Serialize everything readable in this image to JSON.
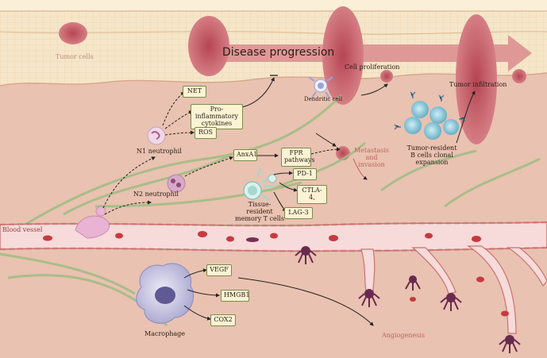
{
  "title": "Disease progression",
  "labels": {
    "tumor_cells": "Tumor cells",
    "blood_vessel": "Blood vessel",
    "dendritic_cell": "Dendritic cell",
    "cell_proliferation": "Cell proliferation",
    "tumor_infiltration": "Tumor infiltration",
    "n1_neutrophil": "N1 neutrophil",
    "n2_neutrophil": "N2 neutrophil",
    "tissue_resident_t": "Tissue-resident memory T cells",
    "tumor_resident_b": "Tumor-resident B cells clonal expansion",
    "metastasis": "Metastasis and invasion",
    "macrophage": "Macrophage",
    "angiogenesis": "Angiogenesis"
  },
  "boxes": {
    "net": "NET",
    "pro_inflammatory": "Pro-inflammatory cytokines",
    "ros": "ROS",
    "anxa1": "AnxA1",
    "fpr": "FPR pathways",
    "pd1": "PD-1",
    "ctla4": "CTLA-4,",
    "lag3": "LAG-3",
    "vegf": "VEGF",
    "hmgb1": "HMGB1",
    "cox2": "COX2"
  },
  "colors": {
    "background": "#e9c2b1",
    "skin": "#f6e6c9",
    "tumor": "#c9575f",
    "vessel": "#f7dada",
    "vessel_wall": "#c9736f",
    "fiber": "#9fbd82",
    "box_fill": "#fbf3d3",
    "box_border": "#7c8a4c",
    "red_text": "#c4625f"
  }
}
